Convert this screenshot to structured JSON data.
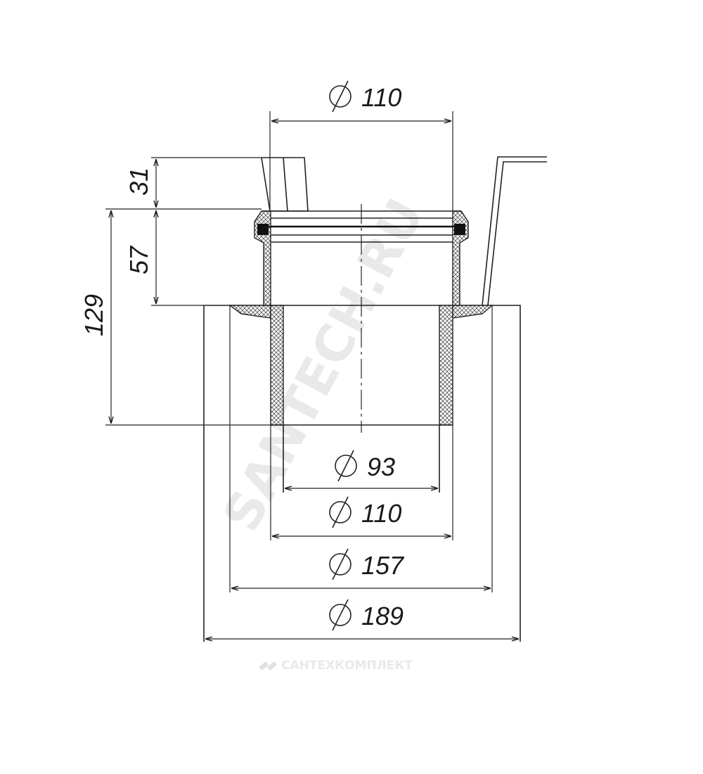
{
  "dimensions": {
    "top_diameter": "110",
    "height_31": "31",
    "height_57": "57",
    "height_129": "129",
    "inner_93": "93",
    "bottom_110": "110",
    "d157": "157",
    "d189": "189"
  },
  "watermarks": {
    "diagonal": "SANTECH.RU",
    "footer": "САНТЕХКОМПЛЕКТ"
  },
  "colors": {
    "line": "#222222",
    "watermark": "#e9e9e9"
  }
}
